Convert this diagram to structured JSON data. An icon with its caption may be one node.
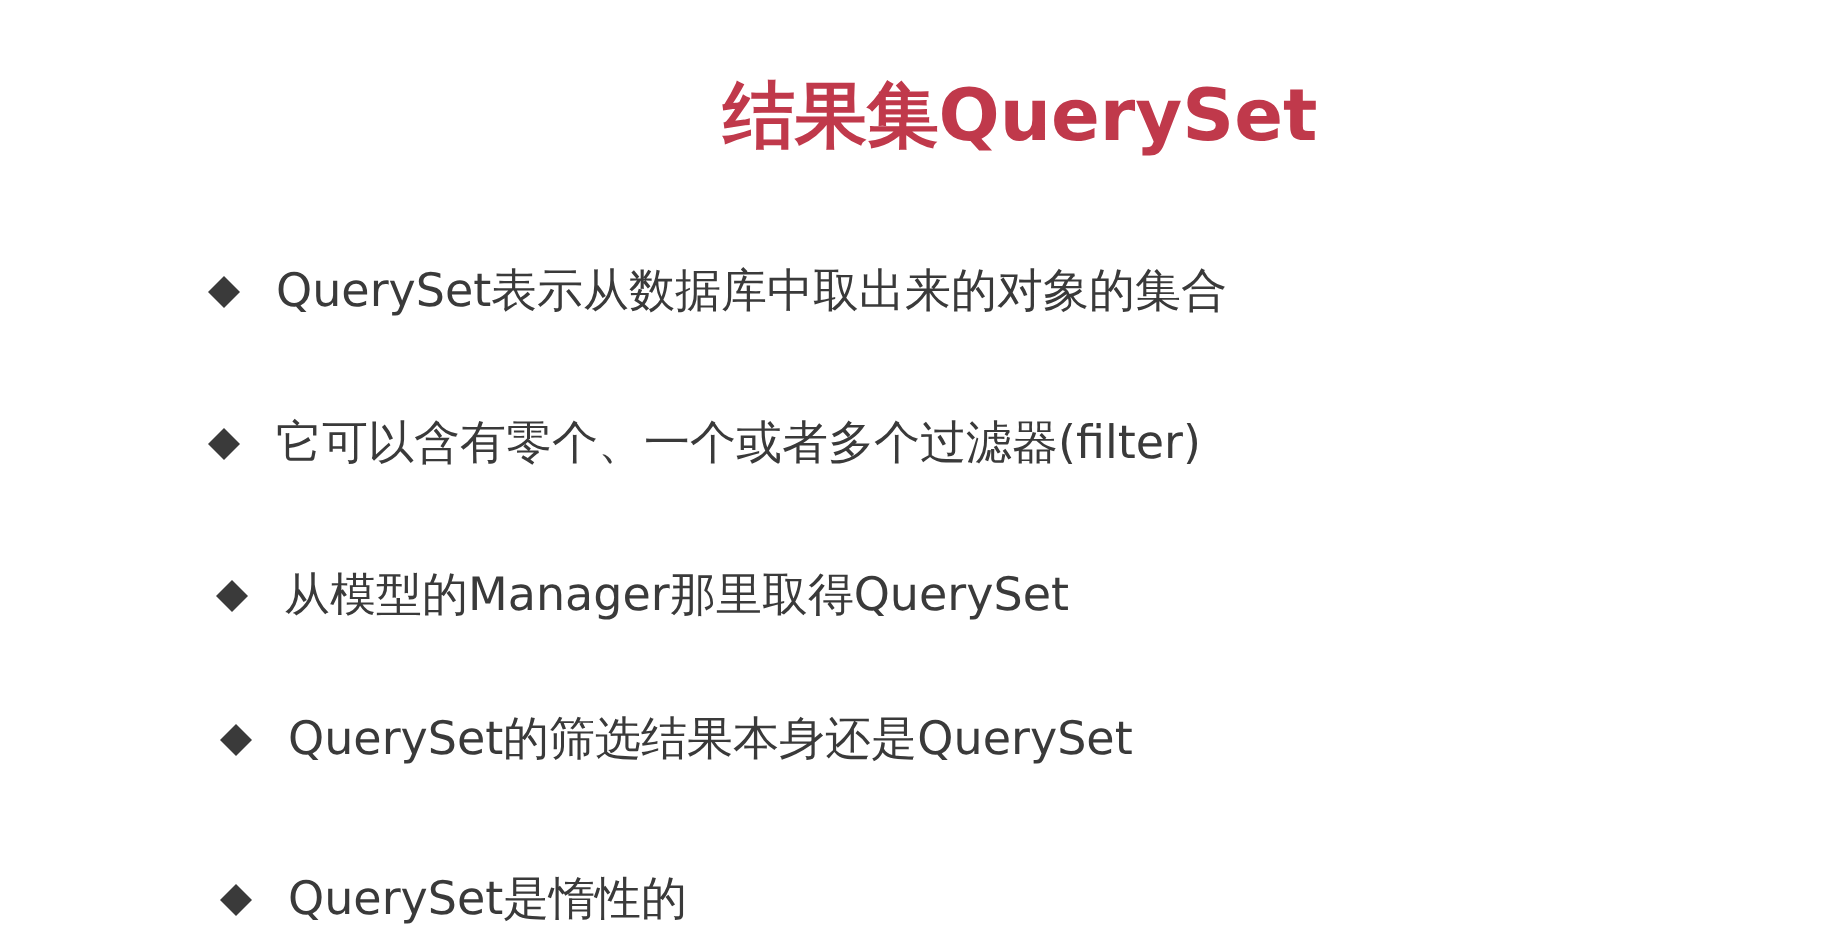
{
  "diagram": {
    "title": "结果集QuerySet",
    "labels": [
      "QuerySet表示从数据库中取出来的对象的集合",
      "它可以含有零个、一个或者多个过滤器(filter)",
      "从模型的Manager那里取得QuerySet",
      "QuerySet的筛选结果本身还是QuerySet",
      "QuerySet是惰性的"
    ]
  }
}
